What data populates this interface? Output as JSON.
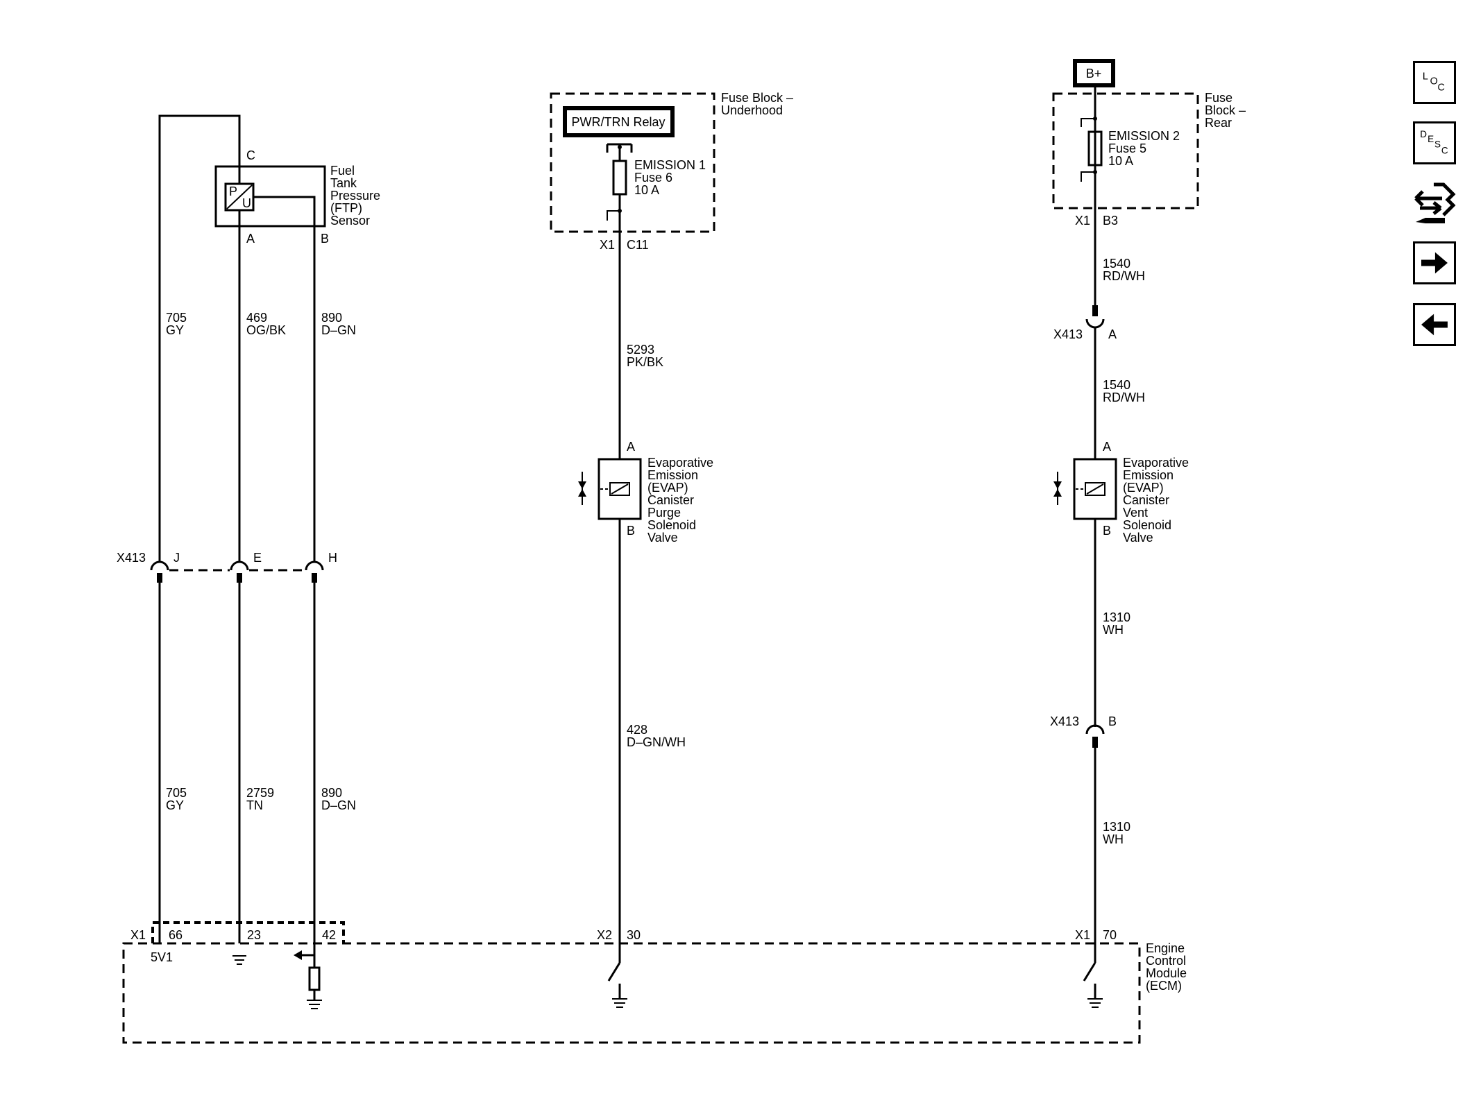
{
  "ftp_sensor": {
    "name": [
      "Fuel",
      "Tank",
      "Pressure",
      "(FTP)",
      "Sensor"
    ],
    "glyph": [
      "P",
      "U"
    ],
    "pins": {
      "c": "C",
      "a": "A",
      "b": "B"
    }
  },
  "upper_wires": {
    "w705": [
      "705",
      "GY"
    ],
    "w469": [
      "469",
      "OG/BK"
    ],
    "w890": [
      "890",
      "D–GN"
    ]
  },
  "x413_left": {
    "label": "X413",
    "pins": {
      "j": "J",
      "e": "E",
      "h": "H"
    }
  },
  "lower_wires": {
    "w705": [
      "705",
      "GY"
    ],
    "w2759": [
      "2759",
      "TN"
    ],
    "w890": [
      "890",
      "D–GN"
    ]
  },
  "ecm_left_conn": {
    "label": "X1",
    "pins": {
      "p66": "66",
      "p23": "23",
      "p42": "42"
    },
    "ref": "5V1"
  },
  "fuse_block_underhood": {
    "label": [
      "Fuse Block –",
      "Underhood"
    ],
    "relay": "PWR/TRN Relay",
    "fuse": [
      "EMISSION 1",
      "Fuse 6",
      "10 A"
    ],
    "conn": {
      "label": "X1",
      "pin": "C11"
    }
  },
  "purge_circuit": {
    "wire_top": [
      "5293",
      "PK/BK"
    ],
    "pin_a": "A",
    "pin_b": "B",
    "valve": [
      "Evaporative",
      "Emission",
      "(EVAP)",
      "Canister",
      "Purge",
      "Solenoid",
      "Valve"
    ],
    "wire_bottom": [
      "428",
      "D–GN/WH"
    ],
    "ecm_conn": {
      "label": "X2",
      "pin": "30"
    }
  },
  "battery": {
    "label": "B+"
  },
  "fuse_block_rear": {
    "label": [
      "Fuse",
      "Block –",
      "Rear"
    ],
    "fuse": [
      "EMISSION 2",
      "Fuse 5",
      "10 A"
    ],
    "conn": {
      "label": "X1",
      "pin": "B3"
    }
  },
  "vent_circuit": {
    "wire1": [
      "1540",
      "RD/WH"
    ],
    "x413_a": {
      "label": "X413",
      "pin": "A"
    },
    "wire2": [
      "1540",
      "RD/WH"
    ],
    "pin_a": "A",
    "pin_b": "B",
    "valve": [
      "Evaporative",
      "Emission",
      "(EVAP)",
      "Canister",
      "Vent",
      "Solenoid",
      "Valve"
    ],
    "wire3": [
      "1310",
      "WH"
    ],
    "x413_b": {
      "label": "X413",
      "pin": "B"
    },
    "wire4": [
      "1310",
      "WH"
    ],
    "ecm_conn": {
      "label": "X1",
      "pin": "70"
    }
  },
  "ecm": {
    "label": [
      "Engine",
      "Control",
      "Module",
      "(ECM)"
    ]
  },
  "nav": {
    "loc": [
      "L",
      "O",
      "C"
    ],
    "desc": [
      "D",
      "E",
      "S",
      "C"
    ],
    "icons": [
      "connector-tool-icon",
      "arrow-right-icon",
      "arrow-left-icon"
    ]
  }
}
